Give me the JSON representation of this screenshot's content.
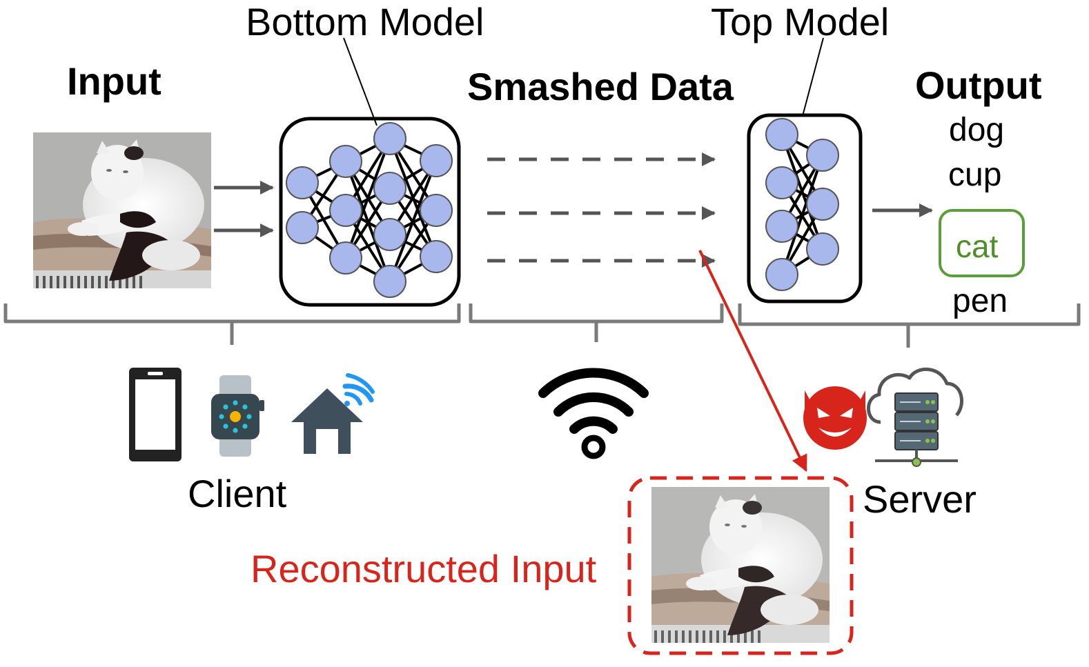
{
  "labels": {
    "bottom_model": "Bottom Model",
    "top_model": "Top Model",
    "input": "Input",
    "smashed_data": "Smashed Data",
    "output": "Output",
    "client": "Client",
    "server": "Server",
    "reconstructed_input": "Reconstructed Input"
  },
  "output_classes": [
    "dog",
    "cup",
    "cat",
    "pen"
  ],
  "predicted_class": "cat",
  "colors": {
    "neuron_fill": "#a9b8ec",
    "arrow_gray": "#555555",
    "attack_red": "#d7251b",
    "prediction_green": "#5a9e3a",
    "icon_slate": "#3f4f5c",
    "wifi_blue": "#2196f3"
  },
  "icons": [
    "smartphone-icon",
    "smartwatch-icon",
    "smart-home-icon",
    "wifi-icon",
    "devil-icon",
    "cloud-server-icon"
  ]
}
